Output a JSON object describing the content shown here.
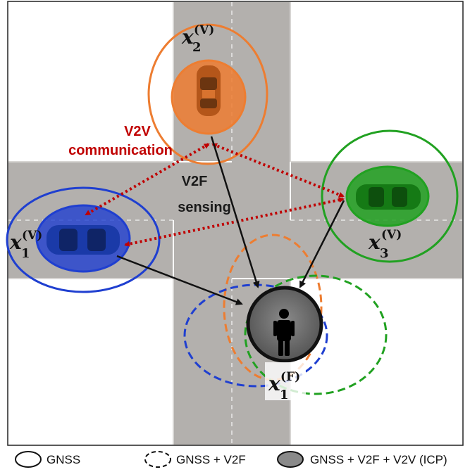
{
  "labels": {
    "v2v_line1": "V2V",
    "v2v_line2": "communication",
    "v2f_line1": "V2F",
    "v2f_line2": "sensing"
  },
  "vehicles": [
    {
      "var": "x",
      "sub": "2",
      "sup": "(V)",
      "color": "#ed7d31",
      "icon": "orange-car-icon"
    },
    {
      "var": "x",
      "sub": "1",
      "sup": "(V)",
      "color": "#1f3fd0",
      "icon": "blue-car-icon"
    },
    {
      "var": "x",
      "sub": "3",
      "sup": "(V)",
      "color": "#21a121",
      "icon": "green-car-icon"
    }
  ],
  "pedestrian": {
    "var": "x",
    "sub": "1",
    "sup": "(F)",
    "icon": "pedestrian-icon"
  },
  "legend": [
    {
      "label": "GNSS",
      "style": "solid"
    },
    {
      "label": "GNSS + V2F",
      "style": "dashed"
    },
    {
      "label": "GNSS + V2F + V2V (ICP)",
      "style": "filled"
    }
  ],
  "colors": {
    "road": "#b3b0ad",
    "v2v_arrow": "#c00000",
    "v2f_arrow": "#111111",
    "orange": "#ed7d31",
    "blue": "#1f3fd0",
    "green": "#21a121"
  }
}
